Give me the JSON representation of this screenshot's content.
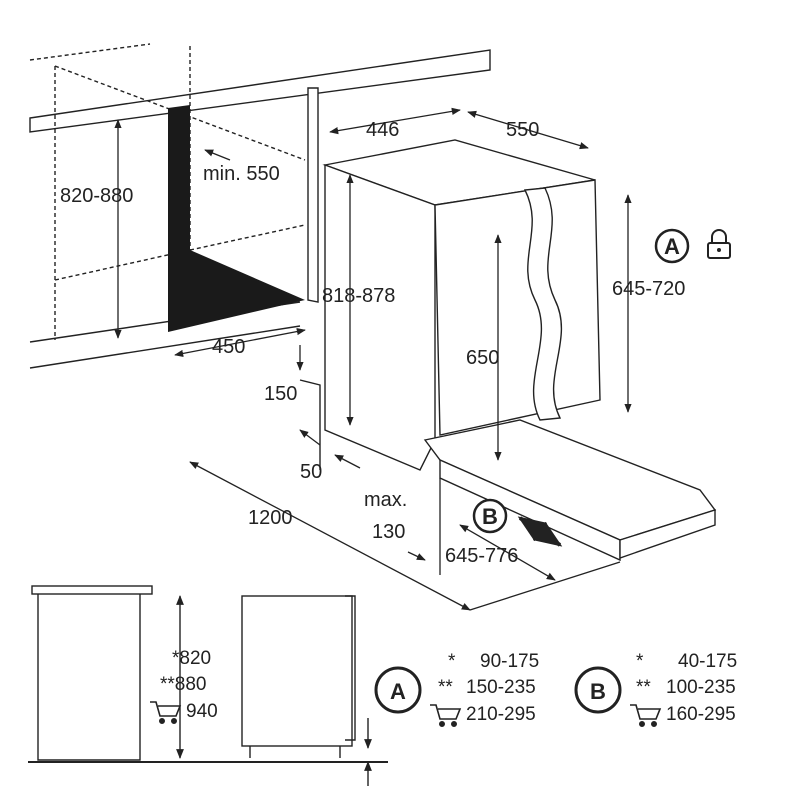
{
  "dimensions": {
    "cabinet_height": "820-880",
    "min_depth": "min. 550",
    "niche_width": "450",
    "appliance_height": "818-878",
    "top_width": "446",
    "top_depth": "550",
    "door_height": "645-720",
    "inner_height": "650",
    "plinth_height": "150",
    "plinth_depth": "50",
    "total_depth": "1200",
    "max_label": "max.",
    "max_value": "130",
    "door_opening": "645-776"
  },
  "markers": {
    "a_letter": "A",
    "b_letter": "B"
  },
  "icons": {
    "lock": "lock-icon",
    "cart": "cart-icon"
  },
  "heights": {
    "h1": "*820",
    "h2": "**880",
    "h3": "940"
  },
  "table_a": {
    "letter": "A",
    "rows": [
      {
        "mark": "*",
        "value": "90-175"
      },
      {
        "mark": "**",
        "value": "150-235"
      },
      {
        "mark": "",
        "value": "210-295"
      }
    ]
  },
  "table_b": {
    "letter": "B",
    "rows": [
      {
        "mark": "*",
        "value": "40-175"
      },
      {
        "mark": "**",
        "value": "100-235"
      },
      {
        "mark": "",
        "value": "160-295"
      }
    ]
  }
}
